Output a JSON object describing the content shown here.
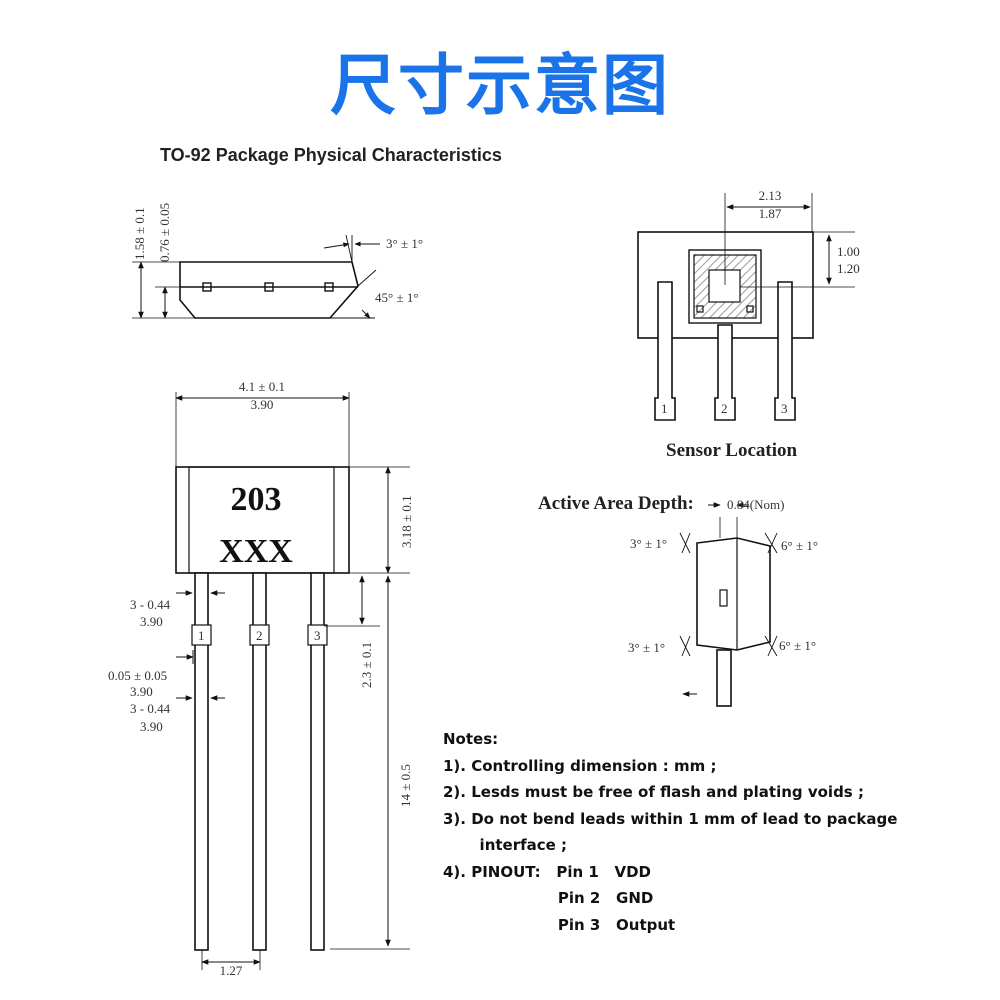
{
  "title": "尺寸示意图",
  "subtitle": "TO-92 Package Physical Characteristics",
  "side_view": {
    "dim_total": "1.58 ± 0.1",
    "dim_lower": "0.76 ± 0.05",
    "angle_top": "3° ± 1°",
    "angle_bottom": "45° ± 1°"
  },
  "front_view": {
    "width_top": "4.1 ± 0.1",
    "width_bottom": "3.90",
    "marking_line1": "203",
    "marking_line2": "XXX",
    "body_height": "3.18 ± 0.1",
    "lead_width_a": "3 - 0.44",
    "lead_width_a2": "3.90",
    "lead_thickness": "0.05 ± 0.05",
    "lead_thickness2": "3.90",
    "lead_width_b": "3 - 0.44",
    "lead_width_b2": "3.90",
    "standoff": "2.3 ± 0.1",
    "lead_length": "14   ±   0.5",
    "pitch": "1.27",
    "pins": [
      "1",
      "2",
      "3"
    ]
  },
  "sensor_location": {
    "label": "Sensor Location",
    "dim_w_top": "2.13",
    "dim_w_bottom": "1.87",
    "dim_h_top": "1.00",
    "dim_h_bottom": "1.20",
    "pins": [
      "1",
      "2",
      "3"
    ]
  },
  "active_area": {
    "label": "Active Area Depth:",
    "depth": "0.84(Nom)",
    "angle_tl": "3° ± 1°",
    "angle_tr": "6° ± 1°",
    "angle_bl": "3° ± 1°",
    "angle_br": "6° ± 1°"
  },
  "notes": {
    "heading": "Notes:",
    "lines": [
      "1). Controlling dimension : mm ;",
      "2). Lesds must be free of flash and plating voids ;",
      "3). Do not bend leads within 1 mm of lead to package",
      "       interface ;",
      "4). PINOUT:   Pin 1   VDD",
      "                      Pin 2   GND",
      "                      Pin 3   Output"
    ]
  }
}
